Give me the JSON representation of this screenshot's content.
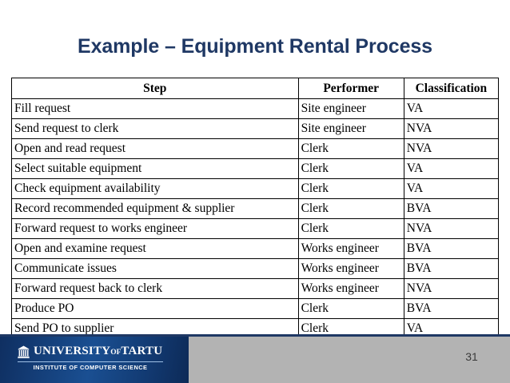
{
  "slide": {
    "title": "Example – Equipment Rental Process",
    "background_color": "#ffffff",
    "title_color": "#1f3864"
  },
  "table": {
    "columns": [
      "Step",
      "Performer",
      "Classification"
    ],
    "rows": [
      {
        "step": "Fill request",
        "performer": "Site engineer",
        "classification": "VA"
      },
      {
        "step": "Send request to clerk",
        "performer": "Site engineer",
        "classification": "NVA"
      },
      {
        "step": "Open and read request",
        "performer": "Clerk",
        "classification": "NVA"
      },
      {
        "step": "Select suitable equipment",
        "performer": "Clerk",
        "classification": "VA"
      },
      {
        "step": "Check equipment availability",
        "performer": "Clerk",
        "classification": "VA"
      },
      {
        "step": "Record recommended equipment & supplier",
        "performer": "Clerk",
        "classification": "BVA"
      },
      {
        "step": "Forward request to works engineer",
        "performer": "Clerk",
        "classification": "NVA"
      },
      {
        "step": "Open and examine request",
        "performer": "Works engineer",
        "classification": "BVA"
      },
      {
        "step": "Communicate issues",
        "performer": "Works engineer",
        "classification": "BVA"
      },
      {
        "step": "Forward request back to clerk",
        "performer": "Works engineer",
        "classification": "NVA"
      },
      {
        "step": "Produce PO",
        "performer": "Clerk",
        "classification": "BVA"
      },
      {
        "step": "Send PO to supplier",
        "performer": "Clerk",
        "classification": "VA"
      }
    ]
  },
  "footer": {
    "logo_line1_a": "UNIVERSITY",
    "logo_line1_of": "OF",
    "logo_line1_b": "TARTU",
    "logo_line2": "INSTITUTE OF COMPUTER SCIENCE",
    "page_number": "31",
    "logo_background_color": "#123a72",
    "bar_color": "#b3b3b3",
    "rule_color": "#1f3864"
  }
}
